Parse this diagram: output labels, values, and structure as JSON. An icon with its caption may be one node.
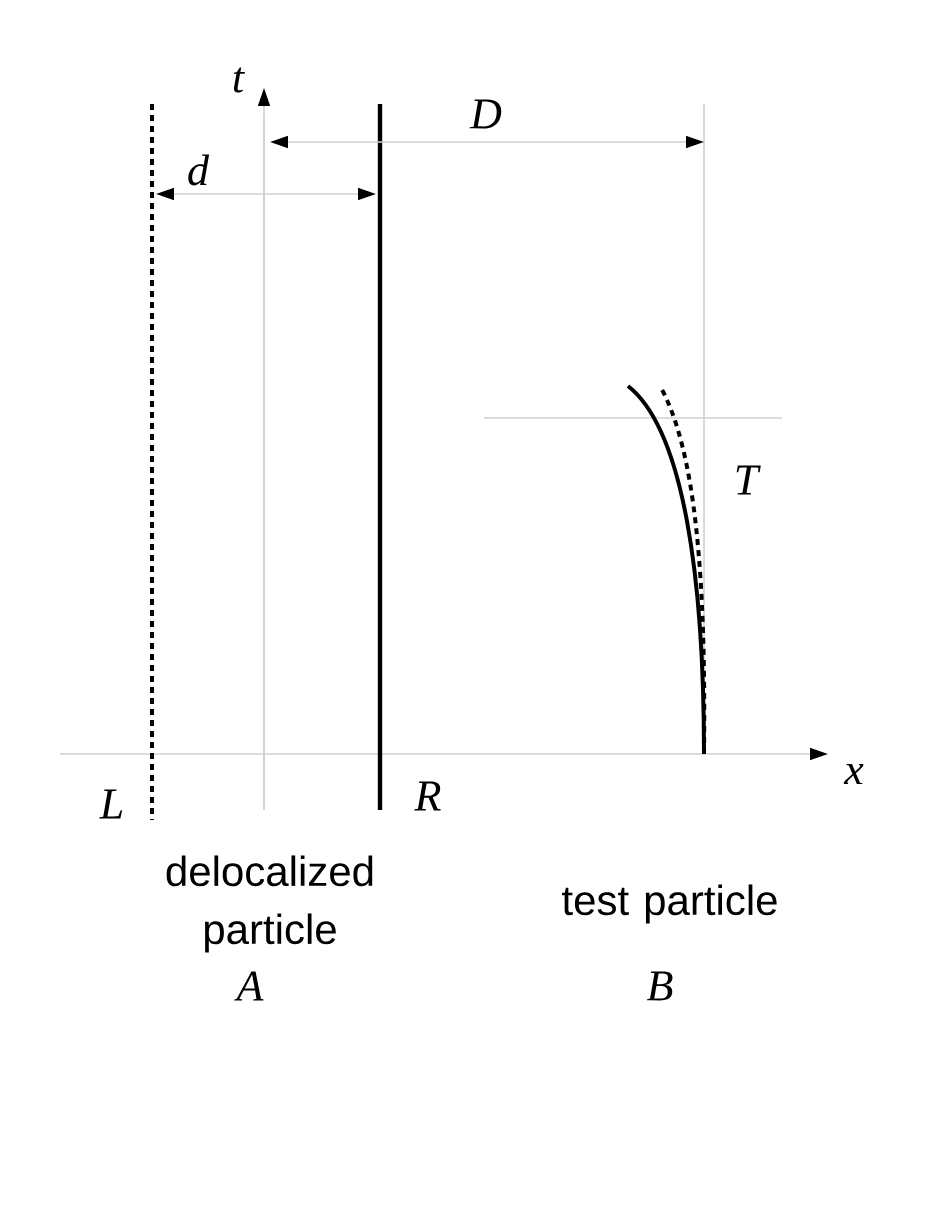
{
  "diagram": {
    "labels": [
      "t",
      "D",
      "d",
      "T",
      "x",
      "L",
      "R",
      "delocalized particle",
      "A",
      "test particle",
      "B"
    ]
  }
}
